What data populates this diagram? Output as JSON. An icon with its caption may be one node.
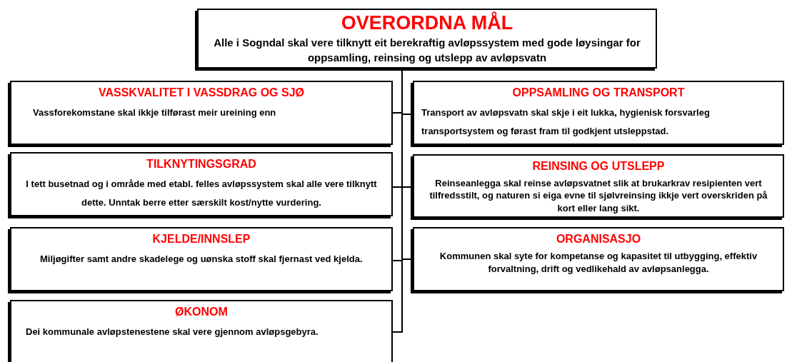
{
  "diagram": {
    "nodes": [
      {
        "text": [
          "OVERORDNA MÅL",
          "Alle i Sogndal skal vere tilknytt eit berekraftig avløpssystem med gode løysingar for oppsamling, reinsing og utslepp av avløpsvatn"
        ]
      },
      {
        "text": [
          "VASSKVALITET I VASSDRAG OG SJØ",
          "Vassforekomstane skal ikkje tilførast meir ureining enn"
        ]
      },
      {
        "text": [
          "OPPSAMLING OG TRANSPORT",
          "Transport av avløpsvatn skal skje i eit lukka, hygienisk forsvarleg transportsystem og førast fram til godkjent utsleppstad."
        ]
      },
      {
        "text": [
          "TILKNYTINGSGRAD",
          "I tett busetnad og i område med etabl. felles avløpssystem skal alle vere tilknytt dette. Unntak berre etter særskilt kost/nytte vurdering."
        ]
      },
      {
        "text": [
          "REINSING OG UTSLEPP",
          "Reinseanlegga skal reinse avløpsvatnet slik at brukarkrav resipienten vert tilfredsstilt, og naturen si eiga evne til sjølvreinsing ikkje vert overskriden på kort eller lang sikt."
        ]
      },
      {
        "text": [
          "KJELDE/INNSLEP",
          "Miljøgifter samt andre skadelege og uønska stoff skal fjernast ved kjelda."
        ]
      },
      {
        "text": [
          "ORGANISASJO",
          "Kommunen skal syte for kompetanse og kapasitet til utbygging, effektiv forvaltning, drift og vedlikehald av avløpsanlegga."
        ]
      },
      {
        "text": [
          "ØKONOM",
          "Dei kommunale avløpstenestene skal vere gjennom  avløpsgebyra."
        ]
      }
    ],
    "edges": [
      {
        "from": 0,
        "to": 1,
        "arrow": "none"
      },
      {
        "from": 0,
        "to": 2,
        "arrow": "none"
      },
      {
        "from": 0,
        "to": 3,
        "arrow": "none"
      },
      {
        "from": 0,
        "to": 4,
        "arrow": "none"
      },
      {
        "from": 0,
        "to": 5,
        "arrow": "none"
      },
      {
        "from": 0,
        "to": 6,
        "arrow": "none"
      },
      {
        "from": 0,
        "to": 7,
        "arrow": "none"
      }
    ]
  }
}
